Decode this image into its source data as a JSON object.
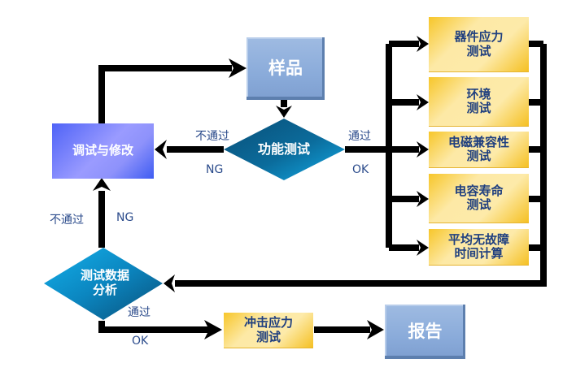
{
  "nodes": {
    "sample": "样品",
    "function_test": "功能测试",
    "debug_modify": "调试与修改",
    "component_stress": [
      "器件应力",
      "测试"
    ],
    "environment": [
      "环境",
      "测试"
    ],
    "emc": [
      "电磁兼容性",
      "测试"
    ],
    "capacitor_life": [
      "电容寿命",
      "测试"
    ],
    "mtbf": [
      "平均无故障",
      "时间计算"
    ],
    "data_analysis": [
      "测试数据",
      "分析"
    ],
    "shock_stress": [
      "冲击应力",
      "测试"
    ],
    "report": "报告"
  },
  "edge_labels": {
    "fail_cn": "不通过",
    "fail_en": "NG",
    "pass_cn": "通过",
    "pass_en": "OK"
  },
  "colors": {
    "connector": "#000000",
    "label_text": "#2c4c8c",
    "gold_text": "#1f3f7f",
    "diamond_dark": "#0b5e8a",
    "diamond_light": "#10a6e0"
  }
}
